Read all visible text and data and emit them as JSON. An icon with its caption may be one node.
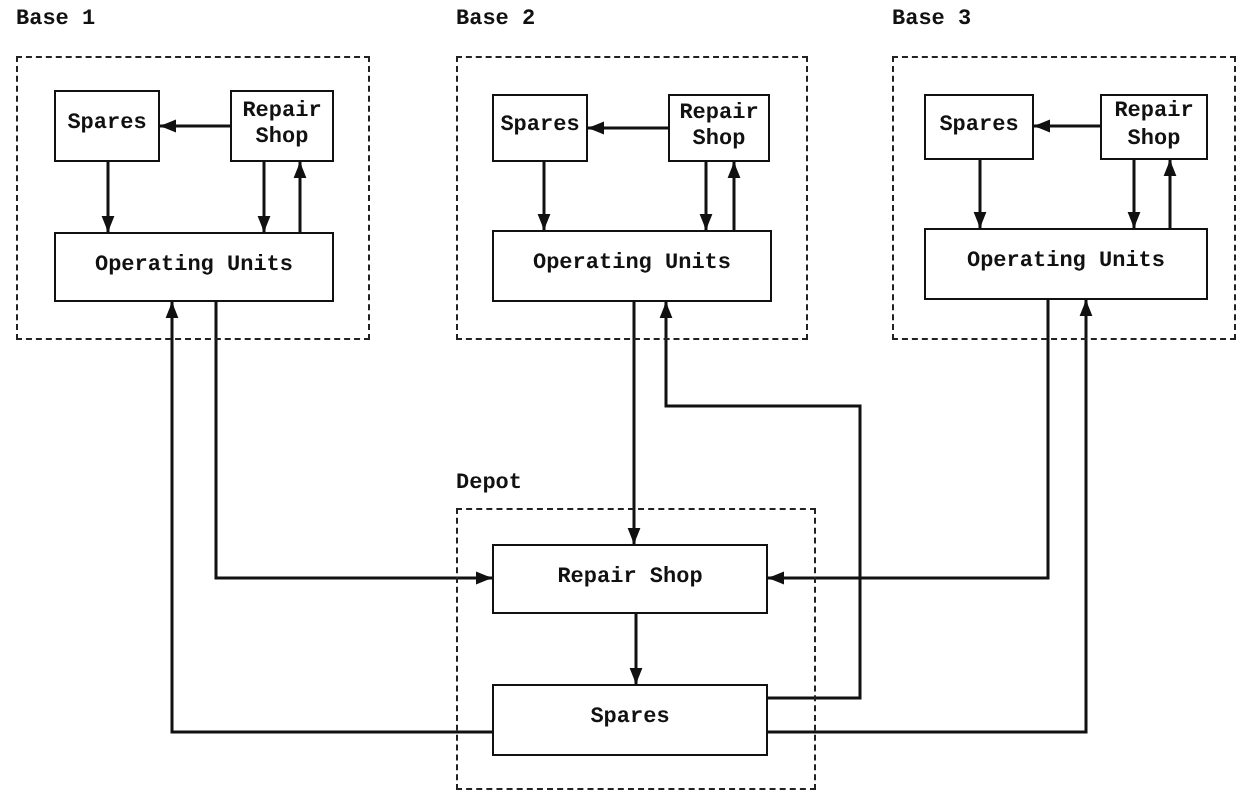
{
  "diagram": {
    "nodes": [
      {
        "text": [
          "Base 1"
        ]
      },
      {
        "text": [
          "Spares"
        ],
        "in": 0
      },
      {
        "text": [
          "Repair Shop"
        ],
        "in": 0
      },
      {
        "text": [
          "Operating Units"
        ],
        "in": 0
      },
      {
        "text": [
          "Base 2"
        ]
      },
      {
        "text": [
          "Spares"
        ],
        "in": 4
      },
      {
        "text": [
          "Repair Shop"
        ],
        "in": 4
      },
      {
        "text": [
          "Operating Units"
        ],
        "in": 4
      },
      {
        "text": [
          "Base 3"
        ]
      },
      {
        "text": [
          "Spares"
        ],
        "in": 8
      },
      {
        "text": [
          "Repair Shop"
        ],
        "in": 8
      },
      {
        "text": [
          "Operating Units"
        ],
        "in": 8
      },
      {
        "text": [
          "Depot"
        ]
      },
      {
        "text": [
          "Repair Shop"
        ],
        "in": 12
      },
      {
        "text": [
          "Spares"
        ],
        "in": 12
      }
    ],
    "edges": [
      {
        "from": 2,
        "to": 1,
        "arrow": "to"
      },
      {
        "from": 1,
        "to": 3,
        "arrow": "to"
      },
      {
        "from": 2,
        "to": 3,
        "arrow": "to"
      },
      {
        "from": 3,
        "to": 2,
        "arrow": "to"
      },
      {
        "from": 6,
        "to": 5,
        "arrow": "to"
      },
      {
        "from": 5,
        "to": 7,
        "arrow": "to"
      },
      {
        "from": 6,
        "to": 7,
        "arrow": "to"
      },
      {
        "from": 7,
        "to": 6,
        "arrow": "to"
      },
      {
        "from": 10,
        "to": 9,
        "arrow": "to"
      },
      {
        "from": 9,
        "to": 11,
        "arrow": "to"
      },
      {
        "from": 10,
        "to": 11,
        "arrow": "to"
      },
      {
        "from": 11,
        "to": 10,
        "arrow": "to"
      },
      {
        "from": 13,
        "to": 14,
        "arrow": "to"
      },
      {
        "from": 3,
        "to": 13,
        "arrow": "to"
      },
      {
        "from": 14,
        "to": 3,
        "arrow": "to"
      },
      {
        "from": 7,
        "to": 13,
        "arrow": "to"
      },
      {
        "from": 14,
        "to": 7,
        "arrow": "to"
      },
      {
        "from": 11,
        "to": 13,
        "arrow": "to"
      },
      {
        "from": 14,
        "to": 11,
        "arrow": "to"
      }
    ]
  }
}
